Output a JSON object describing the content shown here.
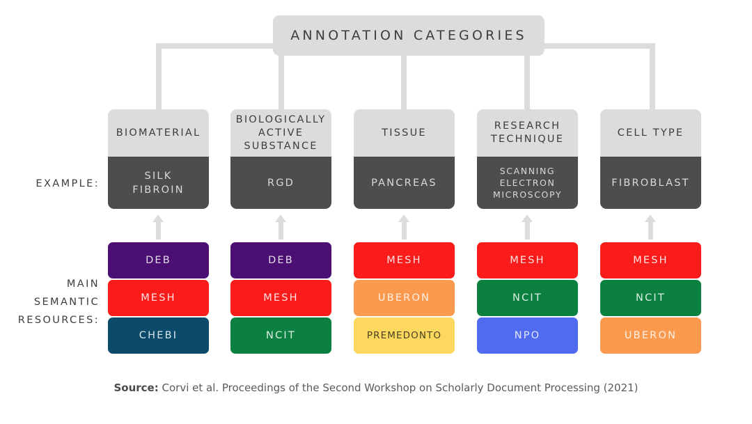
{
  "root": {
    "label": "ANNOTATION CATEGORIES"
  },
  "row_labels": {
    "example": "EXAMPLE:",
    "resources_line1": "MAIN",
    "resources_line2": "SEMANTIC",
    "resources_line3": "RESOURCES:"
  },
  "colors": {
    "box_light": "#dcdcdc",
    "box_dark": "#4d4d4d",
    "deb": "#4b0f73",
    "mesh": "#fa1b1b",
    "chebi": "#0b4a69",
    "ncit": "#0b8040",
    "uberon": "#fb9a4e",
    "premedonto": "#fcd95e",
    "npo": "#506bf0",
    "connector": "#dcdcdc"
  },
  "columns": [
    {
      "id": "biomaterial",
      "category": "BIOMATERIAL",
      "example": "SILK FIBROIN",
      "example_lines": [
        "SILK",
        "FIBROIN"
      ],
      "example_small": false,
      "resources": [
        {
          "name": "DEB",
          "color": "#4b0f73",
          "text_color": "#e2dbe9"
        },
        {
          "name": "MESH",
          "color": "#fa1b1b",
          "text_color": "#ffe3e3"
        },
        {
          "name": "CHEBI",
          "color": "#0b4a69",
          "text_color": "#d7e6ee"
        }
      ]
    },
    {
      "id": "biologically-active-substance",
      "category": "BIOLOGICALLY ACTIVE SUBSTANCE",
      "category_lines": [
        "BIOLOGICALLY",
        "ACTIVE",
        "SUBSTANCE"
      ],
      "example": "RGD",
      "example_lines": [
        "RGD"
      ],
      "example_small": false,
      "resources": [
        {
          "name": "DEB",
          "color": "#4b0f73",
          "text_color": "#e2dbe9"
        },
        {
          "name": "MESH",
          "color": "#fa1b1b",
          "text_color": "#ffe3e3"
        },
        {
          "name": "NCIT",
          "color": "#0b8040",
          "text_color": "#dbeee4"
        }
      ]
    },
    {
      "id": "tissue",
      "category": "TISSUE",
      "category_lines": [
        "TISSUE"
      ],
      "example": "PANCREAS",
      "example_lines": [
        "PANCREAS"
      ],
      "example_small": false,
      "resources": [
        {
          "name": "MESH",
          "color": "#fa1b1b",
          "text_color": "#ffe3e3"
        },
        {
          "name": "UBERON",
          "color": "#fb9a4e",
          "text_color": "#fdf0e6"
        },
        {
          "name": "PREMEDONTO",
          "color": "#fcd95e",
          "text_color": "#4a4023",
          "tight": true
        }
      ]
    },
    {
      "id": "research-technique",
      "category": "RESEARCH TECHNIQUE",
      "category_lines": [
        "RESEARCH",
        "TECHNIQUE"
      ],
      "example": "SCANNING ELECTRON MICROSCOPY",
      "example_lines": [
        "SCANNING",
        "ELECTRON",
        "MICROSCOPY"
      ],
      "example_small": true,
      "resources": [
        {
          "name": "MESH",
          "color": "#fa1b1b",
          "text_color": "#ffe3e3"
        },
        {
          "name": "NCIT",
          "color": "#0b8040",
          "text_color": "#dbeee4"
        },
        {
          "name": "NPO",
          "color": "#506bf0",
          "text_color": "#e2e6fd"
        }
      ]
    },
    {
      "id": "cell-type",
      "category": "CELL TYPE",
      "category_lines": [
        "CELL TYPE"
      ],
      "example": "FIBROBLAST",
      "example_lines": [
        "FIBROBLAST"
      ],
      "example_small": false,
      "resources": [
        {
          "name": "MESH",
          "color": "#fa1b1b",
          "text_color": "#ffe3e3"
        },
        {
          "name": "NCIT",
          "color": "#0b8040",
          "text_color": "#dbeee4"
        },
        {
          "name": "UBERON",
          "color": "#fb9a4e",
          "text_color": "#fdf0e6"
        }
      ]
    }
  ],
  "source": {
    "prefix": "Source:",
    "text": "Corvi et al. Proceedings of the Second Workshop on Scholarly Document Processing (2021)"
  }
}
